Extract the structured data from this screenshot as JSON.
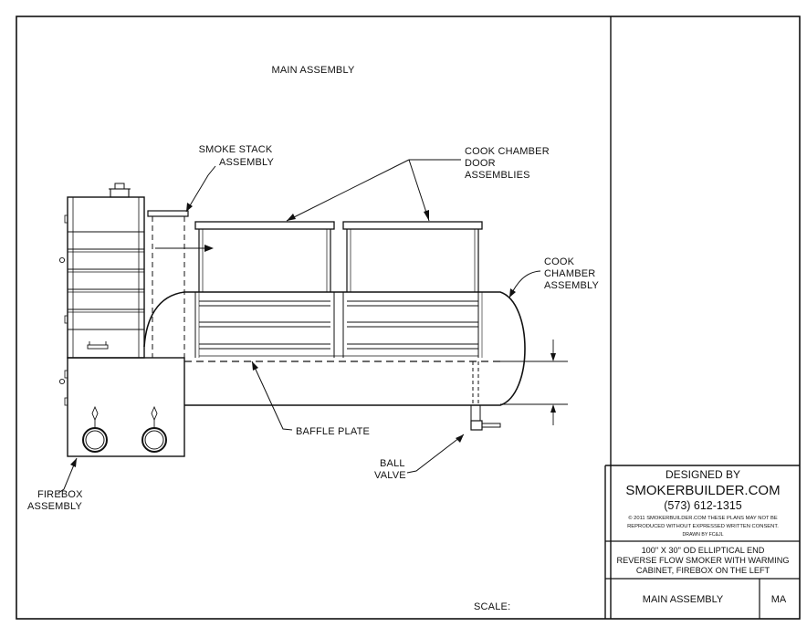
{
  "drawing": {
    "heading": "MAIN ASSEMBLY",
    "scale_label": "SCALE:",
    "callouts": {
      "smoke_stack": [
        "SMOKE STACK",
        "ASSEMBLY"
      ],
      "cook_chamber_door": [
        "COOK CHAMBER",
        "DOOR",
        "ASSEMBLIES"
      ],
      "cook_chamber": [
        "COOK",
        "CHAMBER",
        "ASSEMBLY"
      ],
      "baffle_plate": [
        "BAFFLE PLATE"
      ],
      "ball_valve": [
        "BALL",
        "VALVE"
      ],
      "firebox": [
        "FIREBOX",
        "ASSEMBLY"
      ]
    }
  },
  "title_block": {
    "designed_by": "DESIGNED BY",
    "company": "SMOKERBUILDER.COM",
    "phone": "(573) 612-1315",
    "copyright_lines": [
      "© 2011 SMOKERBUILDER.COM THESE PLANS MAY NOT BE",
      "REPRODUCED WITHOUT EXPRESSED WRITTEN CONSENT.",
      "DRAWN BY FC&JL"
    ],
    "description_lines": [
      "100\" X 30\" OD ELLIPTICAL END",
      "REVERSE FLOW SMOKER WITH WARMING",
      "CABINET, FIREBOX ON THE LEFT"
    ],
    "sheet_name": "MAIN ASSEMBLY",
    "sheet_code": "MA"
  },
  "colors": {
    "ink": "#111111",
    "paper": "#ffffff"
  }
}
